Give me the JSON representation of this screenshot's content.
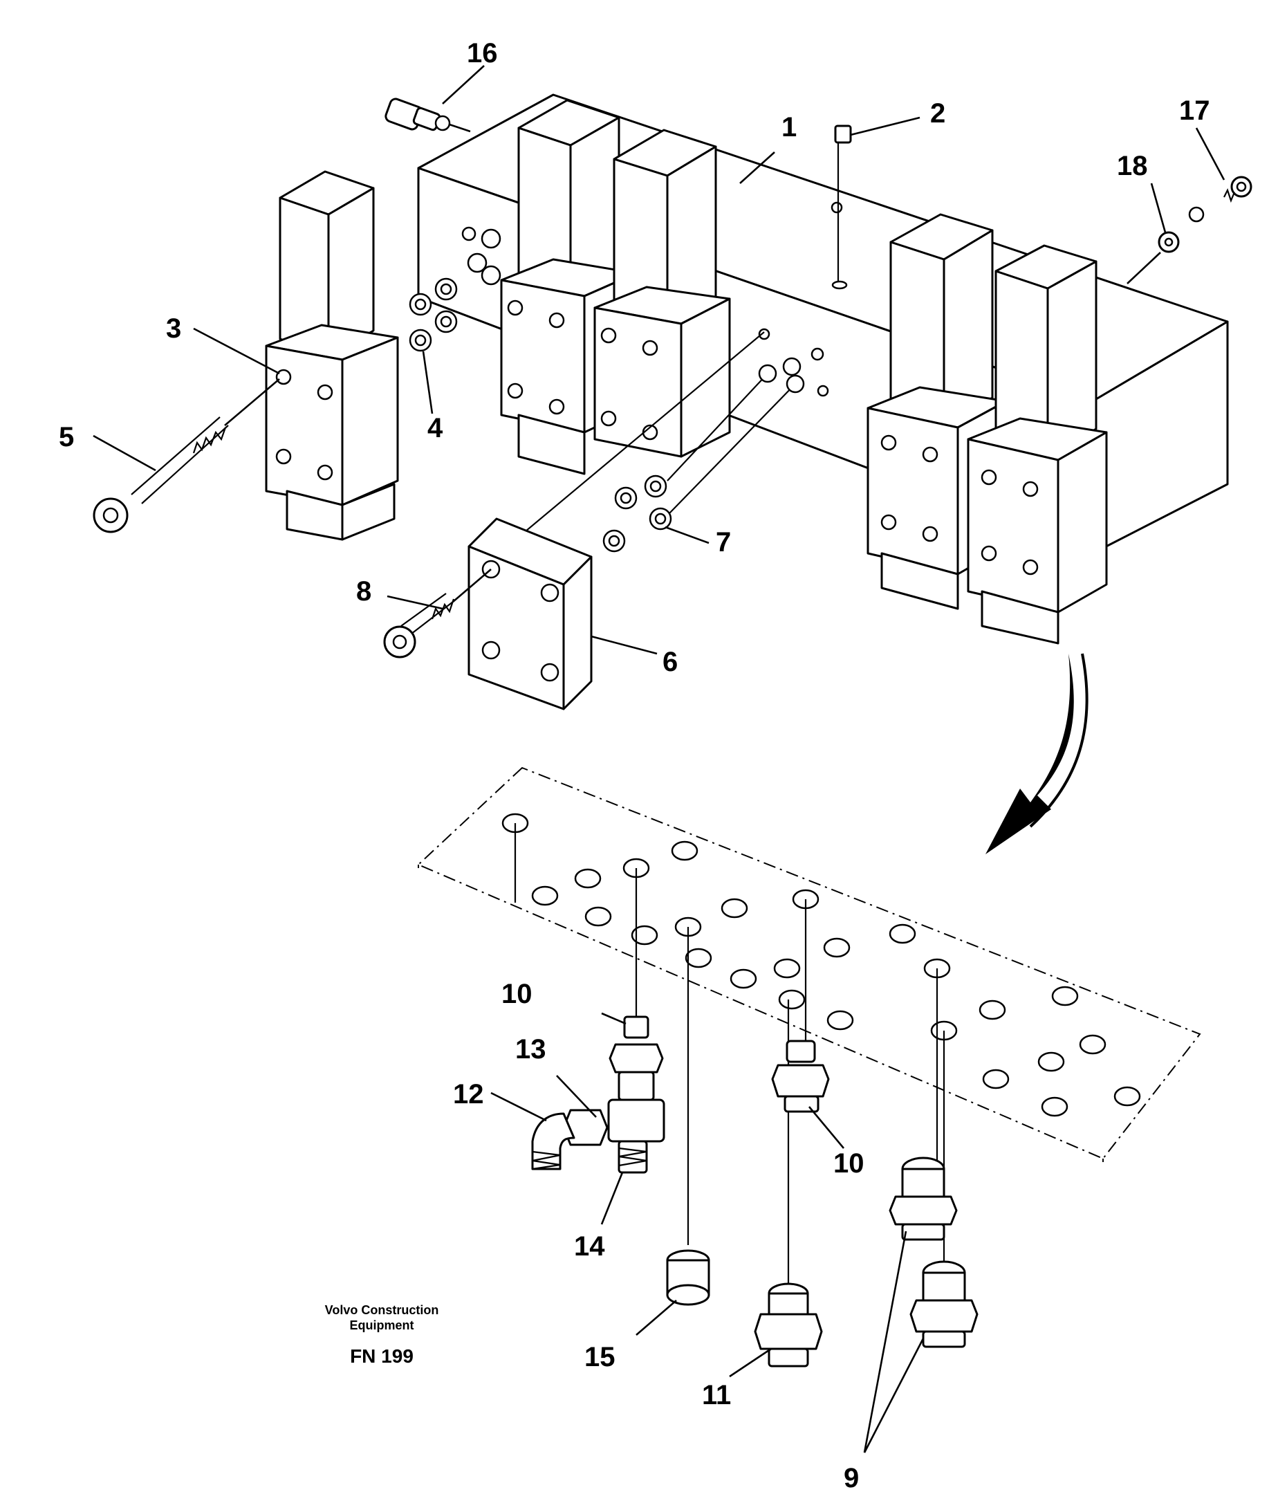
{
  "callouts": {
    "c1": "1",
    "c2": "2",
    "c3": "3",
    "c4": "4",
    "c5": "5",
    "c6": "6",
    "c7": "7",
    "c8": "8",
    "c9": "9",
    "c10a": "10",
    "c10b": "10",
    "c11": "11",
    "c12": "12",
    "c13": "13",
    "c14": "14",
    "c15": "15",
    "c16": "16",
    "c17": "17",
    "c18": "18"
  },
  "footer": {
    "brand_line1": "Volvo Construction",
    "brand_line2": "Equipment",
    "code": "FN 199"
  }
}
